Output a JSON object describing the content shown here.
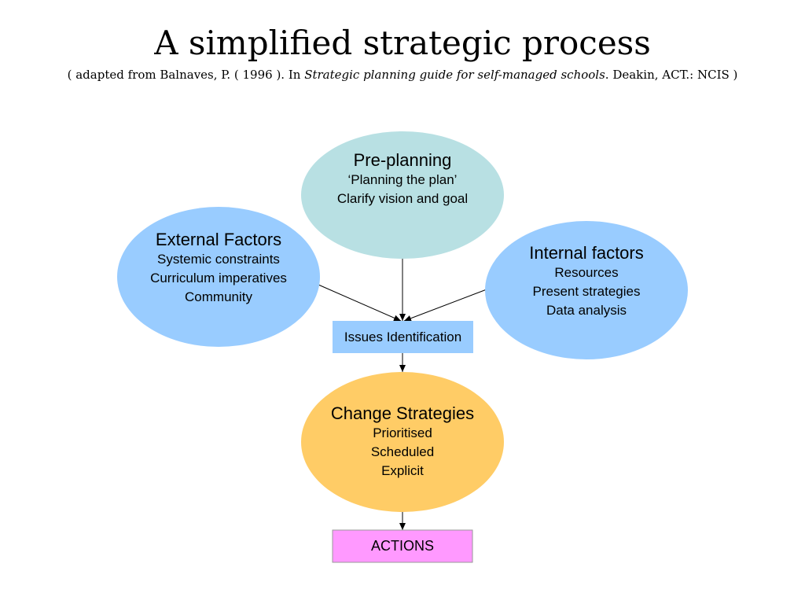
{
  "title": "A simplified strategic process",
  "subtitle": {
    "prefix": "( adapted from Balnaves, P. ( 1996 ). In ",
    "italic": "Strategic planning guide for self-managed schools",
    "suffix": ". Deakin, ACT.: NCIS )"
  },
  "colors": {
    "preplanning": "#b8e0e3",
    "factors": "#99ccff",
    "change": "#ffcc66",
    "issues": "#99ccff",
    "actions": "#ff99ff",
    "arrow": "#000000"
  },
  "nodes": {
    "preplanning": {
      "heading": "Pre-planning",
      "lines": [
        "‘Planning the plan’",
        "Clarify vision and goal"
      ]
    },
    "external": {
      "heading": "External Factors",
      "lines": [
        "Systemic constraints",
        "Curriculum imperatives",
        "Community"
      ]
    },
    "internal": {
      "heading": "Internal factors",
      "lines": [
        "Resources",
        "Present strategies",
        "Data analysis"
      ]
    },
    "issues": {
      "label": "Issues Identification"
    },
    "change": {
      "heading": "Change Strategies",
      "lines": [
        "Prioritised",
        "Scheduled",
        "Explicit"
      ]
    },
    "actions": {
      "label": "ACTIONS"
    }
  }
}
